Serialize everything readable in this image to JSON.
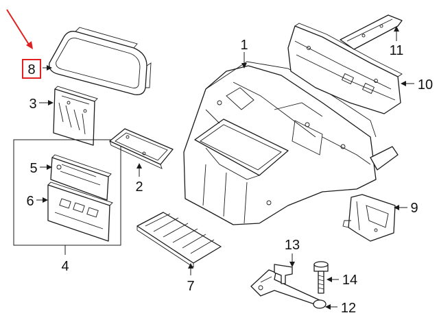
{
  "diagram": {
    "callouts": [
      {
        "id": "c1",
        "label": "1"
      },
      {
        "id": "c2",
        "label": "2"
      },
      {
        "id": "c3",
        "label": "3"
      },
      {
        "id": "c4",
        "label": "4"
      },
      {
        "id": "c5",
        "label": "5"
      },
      {
        "id": "c6",
        "label": "6"
      },
      {
        "id": "c7",
        "label": "7"
      },
      {
        "id": "c8",
        "label": "8"
      },
      {
        "id": "c9",
        "label": "9"
      },
      {
        "id": "c10",
        "label": "10"
      },
      {
        "id": "c11",
        "label": "11"
      },
      {
        "id": "c12",
        "label": "12"
      },
      {
        "id": "c13",
        "label": "13"
      },
      {
        "id": "c14",
        "label": "14"
      }
    ],
    "highlight": {
      "callout": "8",
      "color": "#e02020"
    },
    "line_color": "#1a1a1a"
  }
}
